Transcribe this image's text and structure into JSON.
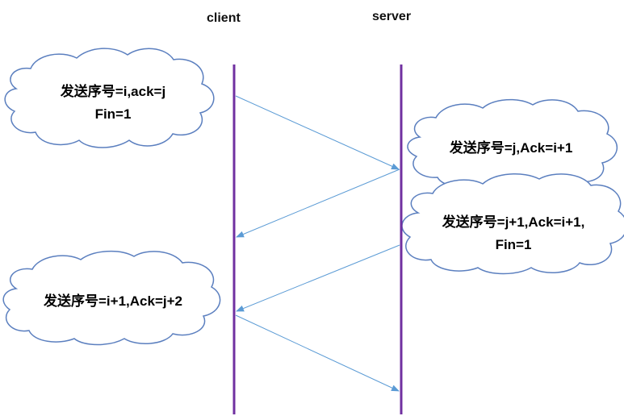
{
  "participants": {
    "client": "client",
    "server": "server"
  },
  "clouds": {
    "c1": {
      "line1": "发送序号=i,ack=j",
      "line2": "Fin=1"
    },
    "c2": {
      "line1": "发送序号=j,Ack=i+1"
    },
    "c3": {
      "line1": "发送序号=j+1,Ack=i+1,",
      "line2": "Fin=1"
    },
    "c4": {
      "line1": "发送序号=i+1,Ack=j+2"
    }
  },
  "colors": {
    "lifeline": "#7030a0",
    "arrow": "#5b9bd5",
    "cloud_stroke": "#5b7fbf",
    "cloud_fill": "#ffffff"
  }
}
